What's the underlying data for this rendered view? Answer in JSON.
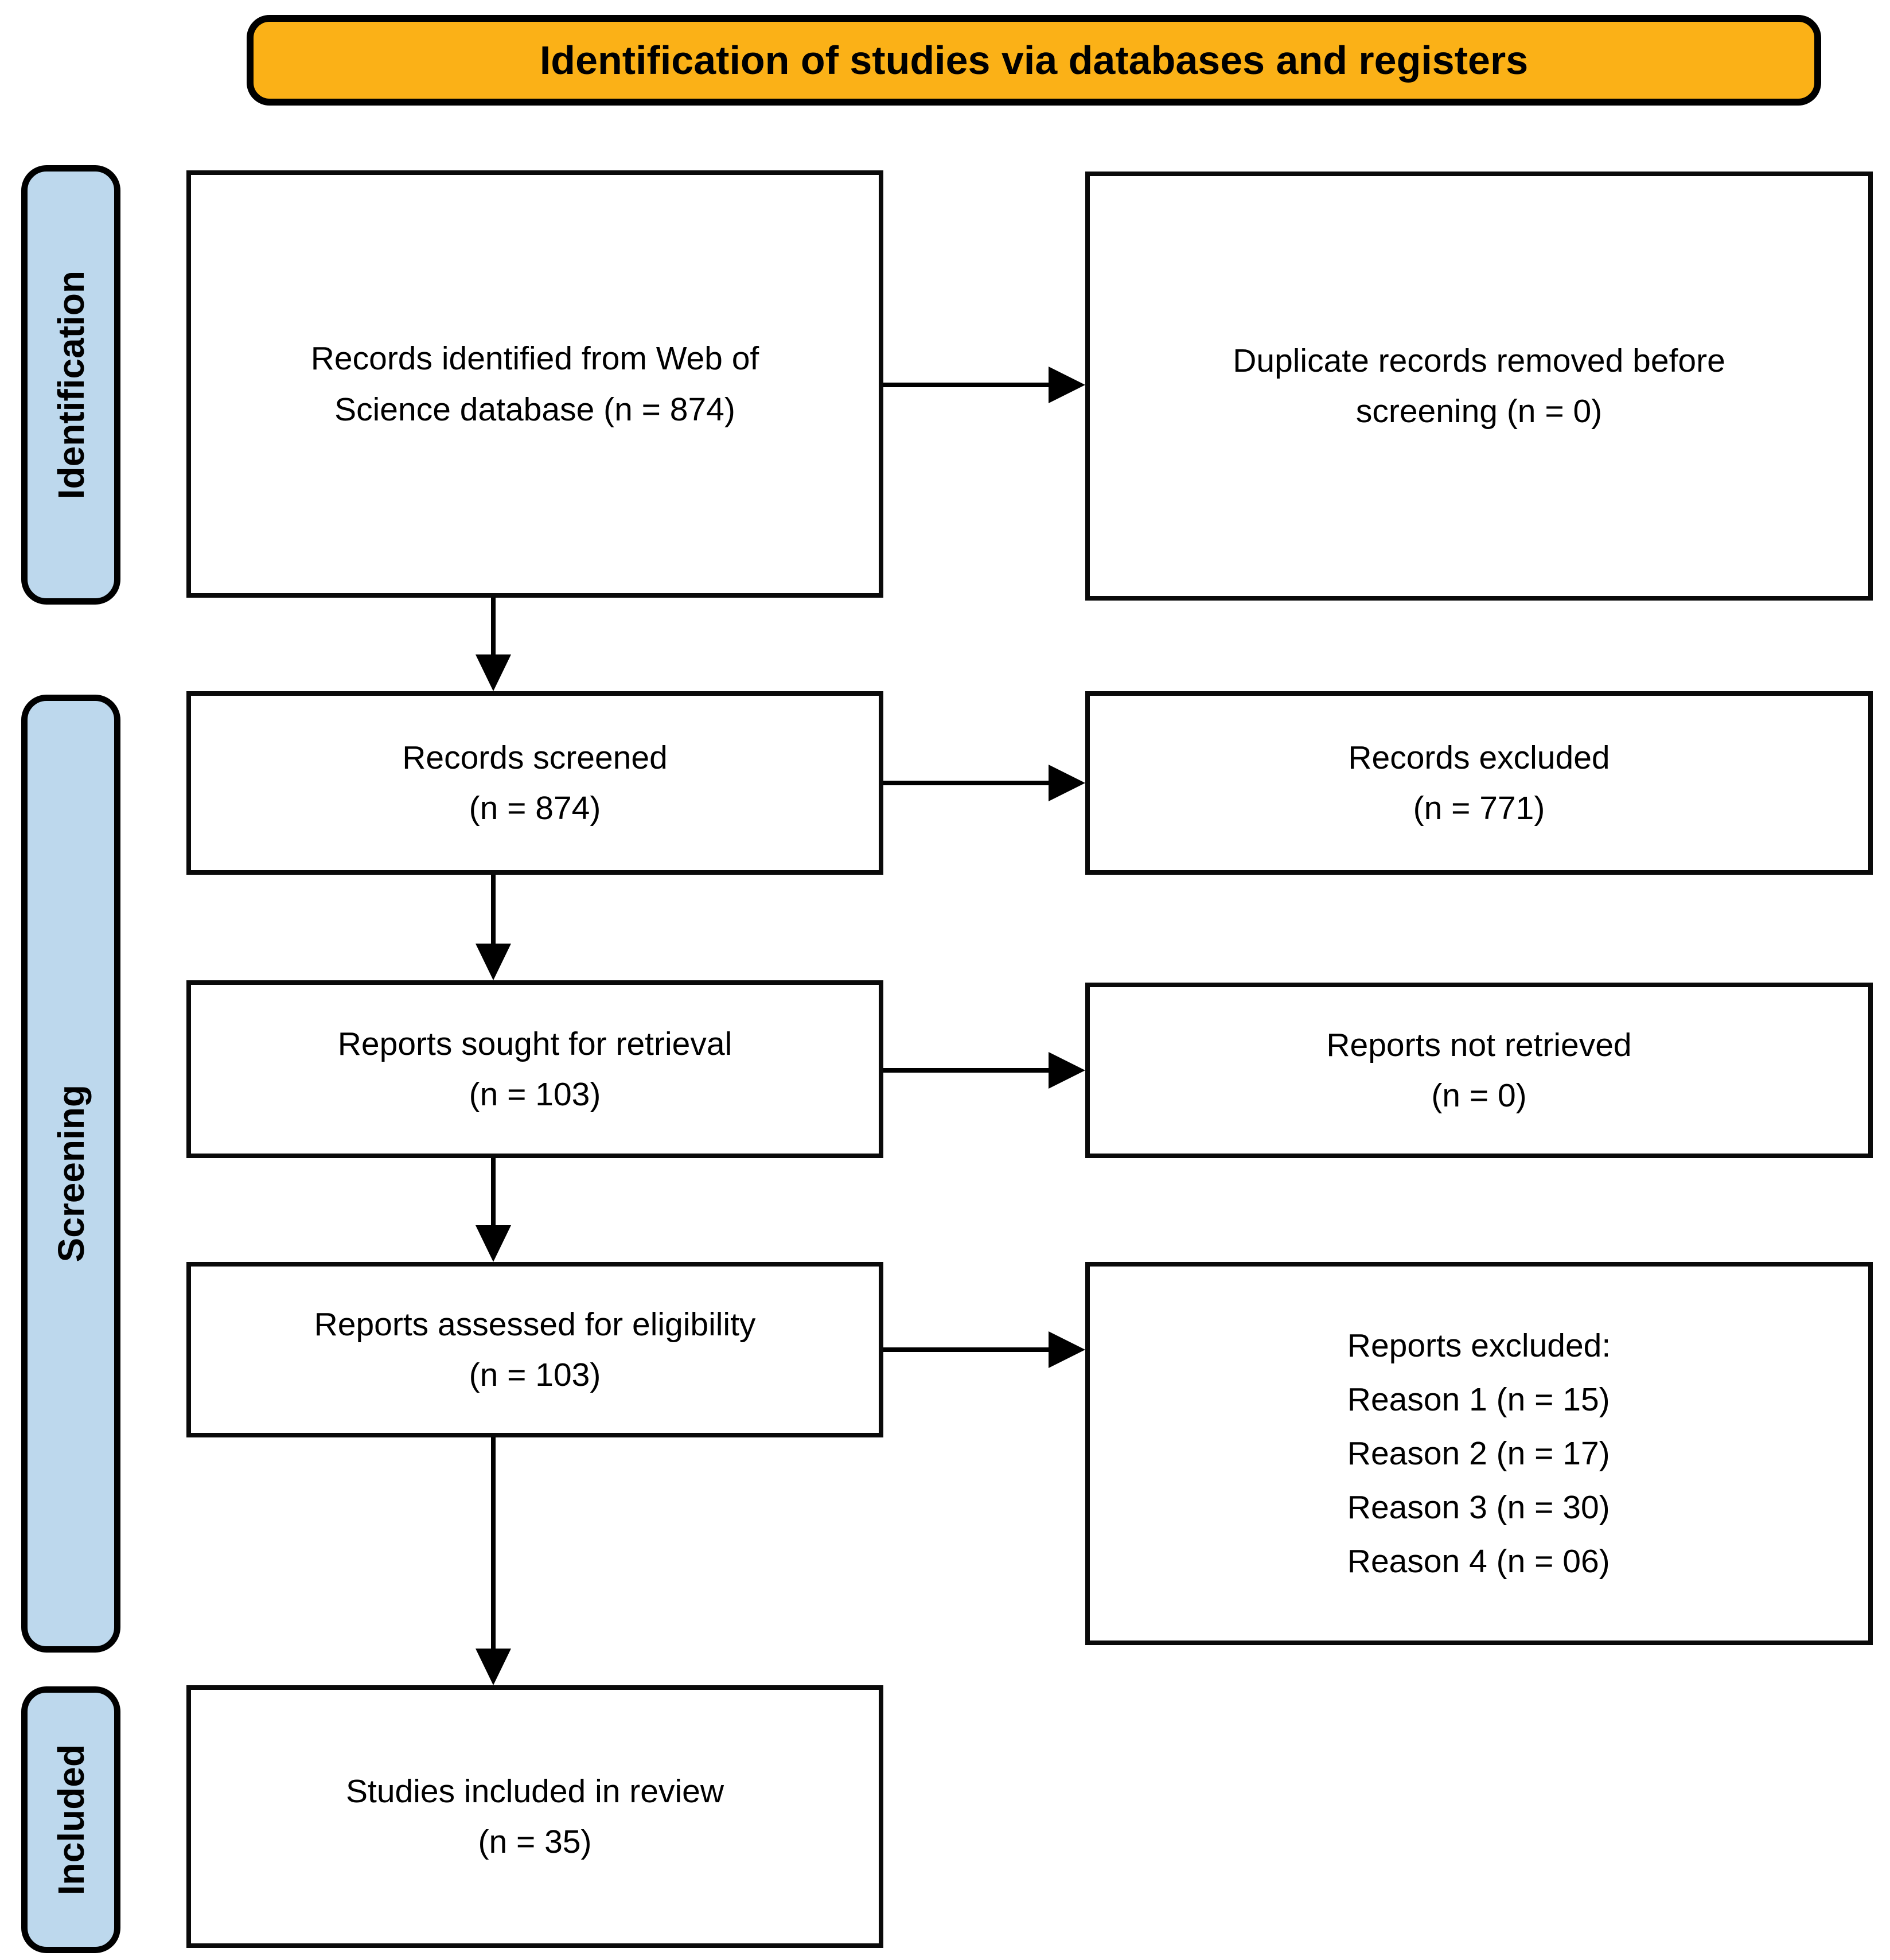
{
  "colors": {
    "header_bg": "#FBB117",
    "label_bg": "#BDD8ED",
    "border": "#000000",
    "box_bg": "#FFFFFF"
  },
  "header": {
    "title": "Identification of studies via databases and registers"
  },
  "stage_labels": {
    "identification": "Identification",
    "screening": "Screening",
    "included": "Included"
  },
  "flow_boxes": {
    "records_identified": {
      "lines": [
        "Records identified from Web of",
        "Science database (n = 874)"
      ]
    },
    "records_screened": {
      "lines": [
        "Records screened",
        "(n = 874)"
      ]
    },
    "reports_sought": {
      "lines": [
        "Reports sought for retrieval",
        "(n = 103)"
      ]
    },
    "reports_assessed": {
      "lines": [
        "Reports assessed for eligibility",
        "(n = 103)"
      ]
    },
    "studies_included": {
      "lines": [
        "Studies included in review",
        "(n = 35)"
      ]
    }
  },
  "side_boxes": {
    "duplicates_removed": {
      "lines": [
        "Duplicate records removed before",
        "screening (n = 0)"
      ]
    },
    "records_excluded": {
      "lines": [
        "Records excluded",
        "(n = 771)"
      ]
    },
    "reports_not_retrieved": {
      "lines": [
        "Reports not retrieved",
        "(n = 0)"
      ]
    },
    "reports_excluded": {
      "lines": [
        "Reports excluded:",
        "Reason 1 (n = 15)",
        "Reason 2 (n = 17)",
        "Reason 3 (n = 30)",
        "Reason 4 (n = 06)"
      ]
    }
  }
}
